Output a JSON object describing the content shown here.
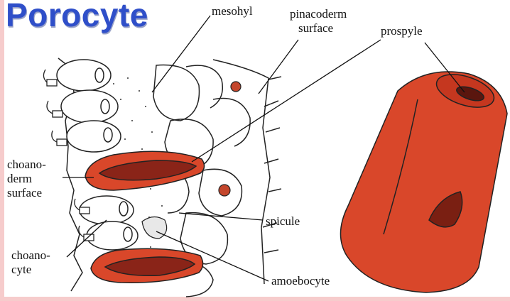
{
  "title": "Porocyte",
  "labels": {
    "mesohyl": "mesohyl",
    "pinacoderm": [
      "pinacoderm",
      "surface"
    ],
    "prospyle": "prospyle",
    "choanoderm": [
      "choano-",
      "derm",
      "surface"
    ],
    "choanocyte": [
      "choano-",
      "cyte"
    ],
    "spicule": "spicule",
    "amoebocyte": "amoebocyte"
  },
  "colors": {
    "title": "#2f4fc9",
    "porocyte_fill": "#d9472a",
    "porocyte_inner": "#8a2418",
    "border": "#f6cccc"
  }
}
